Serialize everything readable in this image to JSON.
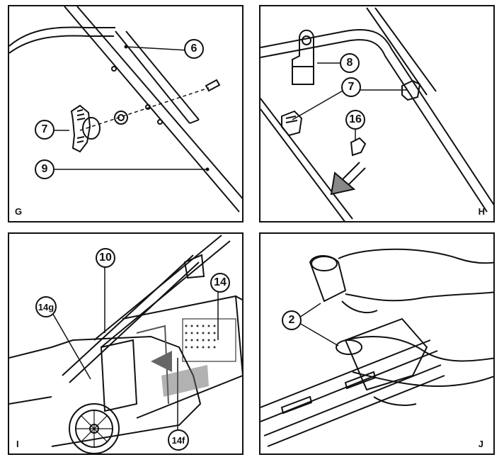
{
  "panels": {
    "g": {
      "letter": "G",
      "callouts": {
        "c6": "6",
        "c7": "7",
        "c9": "9"
      }
    },
    "h": {
      "letter": "H",
      "callouts": {
        "c8": "8",
        "c7": "7",
        "c16": "16"
      }
    },
    "i": {
      "letter": "I",
      "callouts": {
        "c10": "10",
        "c14": "14",
        "c14g": "14g",
        "c14f": "14f"
      }
    },
    "j": {
      "letter": "J",
      "callouts": {
        "c2": "2"
      }
    }
  }
}
